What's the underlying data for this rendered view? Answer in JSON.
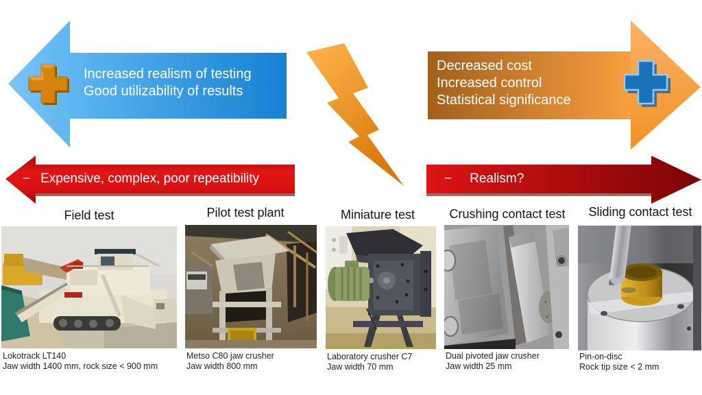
{
  "slide_kind": "testing-scale-tradeoff-diagram",
  "arrows": {
    "top_left": {
      "direction": "left",
      "line1": "Increased realism of testing",
      "line2": "Good utilizability of results",
      "icon": "plus-icon-orange-3d"
    },
    "top_right": {
      "direction": "right",
      "line1": "Decreased cost",
      "line2": "Increased control",
      "line3": "Statistical significance",
      "icon": "plus-icon-blue"
    },
    "bottom_left": {
      "direction": "left",
      "dash": "−",
      "label": "Expensive, complex, poor repeatibility"
    },
    "bottom_right": {
      "direction": "right",
      "dash": "−",
      "label": "Realism?"
    }
  },
  "divider_icon": "lightning-bolt-icon",
  "colors": {
    "blue_arrow_start": "#74C4F5",
    "blue_arrow_end": "#1681D3",
    "orange_arrow_start": "#A2601C",
    "orange_arrow_end": "#F89F3F",
    "orange_head": "#F9A94E",
    "bolt_start": "#FFB54E",
    "bolt_end": "#D8790A",
    "red_arrow_bright": "#E21515",
    "red_arrow_dark": "#8C0707",
    "plus_orange": "#D6830F",
    "plus_blue": "#1B72B8"
  },
  "columns": [
    {
      "title": "Field test",
      "photo": "mobile-crusher-quarry-photo",
      "caption1": "Lokotrack LT140",
      "caption2": "Jaw width 1400 mm, rock size < 900 mm"
    },
    {
      "title": "Pilot test plant",
      "photo": "pilot-plant-hopper-photo",
      "caption1": "Metso C80 jaw crusher",
      "caption2": "Jaw width 800 mm"
    },
    {
      "title": "Miniature test",
      "photo": "laboratory-crusher-photo",
      "caption1": "Laboratory crusher C7",
      "caption2": "Jaw width 70 mm"
    },
    {
      "title": "Crushing contact test",
      "photo": "jaw-plates-rock-closeup-photo",
      "caption1": "Dual pivoted jaw crusher",
      "caption2": "Jaw width 25 mm"
    },
    {
      "title": "Sliding contact test",
      "photo": "pin-on-disc-rig-photo",
      "caption1": "Pin-on-disc",
      "caption2": "Rock tip size < 2 mm"
    }
  ]
}
